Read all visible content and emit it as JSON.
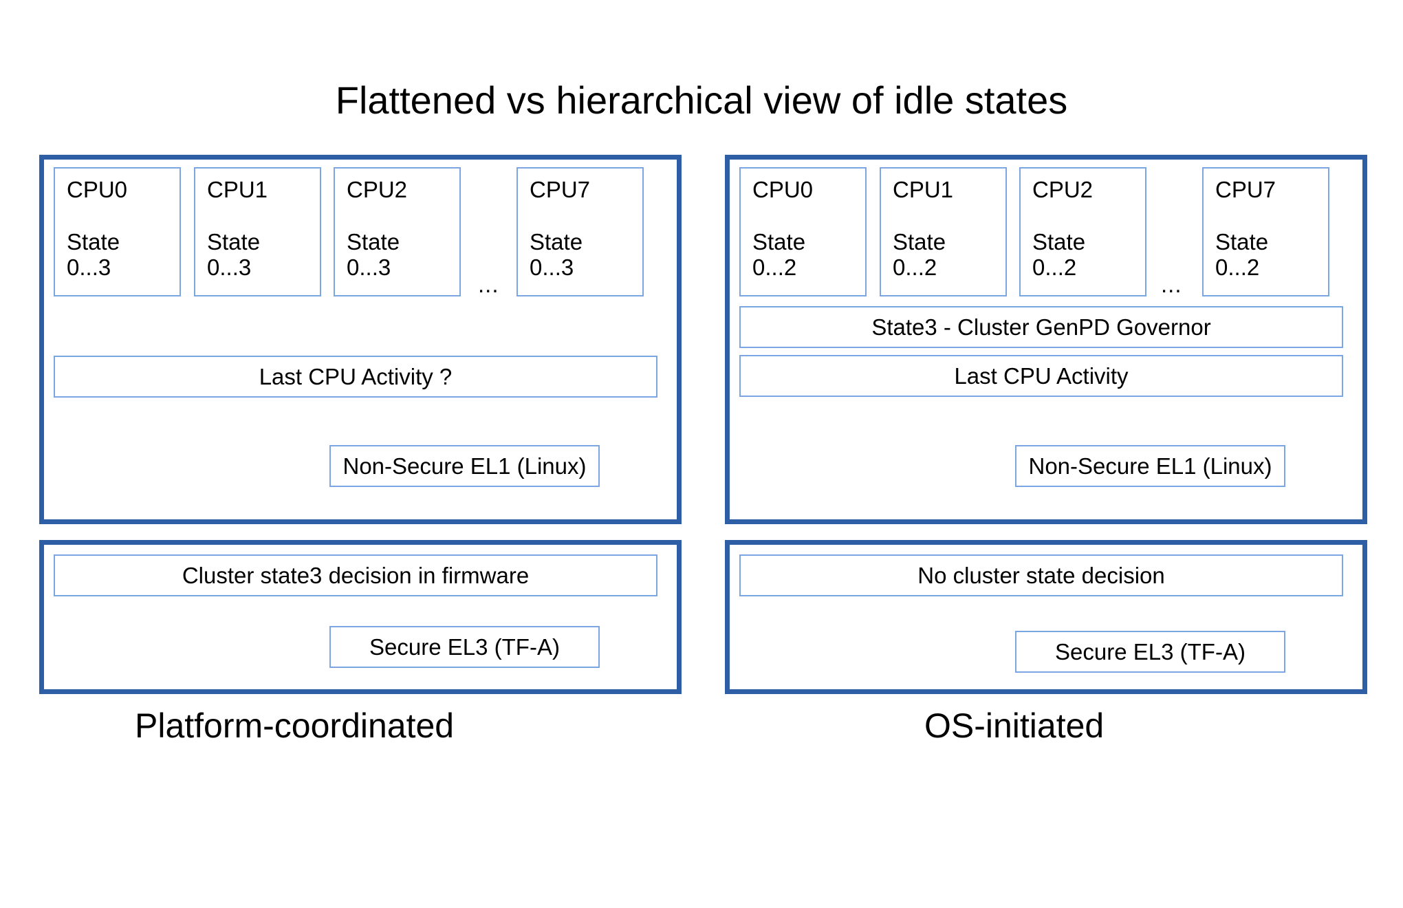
{
  "title": "Flattened vs hierarchical view of idle states",
  "colors": {
    "panel_border": "#2E5FA6",
    "box_border": "#7CA6E3",
    "background": "#FFFFFF",
    "text": "#000000"
  },
  "columns": [
    {
      "id": "platform-coordinated",
      "caption": "Platform-coordinated",
      "el1_panel": {
        "cpus": [
          {
            "name": "CPU0",
            "state_label": "State",
            "state_range": "0...3"
          },
          {
            "name": "CPU1",
            "state_label": "State",
            "state_range": "0...3"
          },
          {
            "name": "CPU2",
            "state_label": "State",
            "state_range": "0...3"
          },
          {
            "name": "CPU7",
            "state_label": "State",
            "state_range": "0...3"
          }
        ],
        "ellipsis": "...",
        "bars": [
          {
            "label": "Last CPU Activity ?"
          }
        ],
        "level_label": "Non-Secure EL1 (Linux)"
      },
      "el3_panel": {
        "bars": [
          {
            "label": "Cluster state3 decision in firmware"
          }
        ],
        "level_label": "Secure EL3 (TF-A)"
      }
    },
    {
      "id": "os-initiated",
      "caption": "OS-initiated",
      "el1_panel": {
        "cpus": [
          {
            "name": "CPU0",
            "state_label": "State",
            "state_range": "0...2"
          },
          {
            "name": "CPU1",
            "state_label": "State",
            "state_range": "0...2"
          },
          {
            "name": "CPU2",
            "state_label": "State",
            "state_range": "0...2"
          },
          {
            "name": "CPU7",
            "state_label": "State",
            "state_range": "0...2"
          }
        ],
        "ellipsis": "...",
        "bars": [
          {
            "label": "State3 - Cluster GenPD Governor"
          },
          {
            "label": "Last CPU Activity"
          }
        ],
        "level_label": "Non-Secure EL1 (Linux)"
      },
      "el3_panel": {
        "bars": [
          {
            "label": "No cluster state decision"
          }
        ],
        "level_label": "Secure EL3 (TF-A)"
      }
    }
  ]
}
